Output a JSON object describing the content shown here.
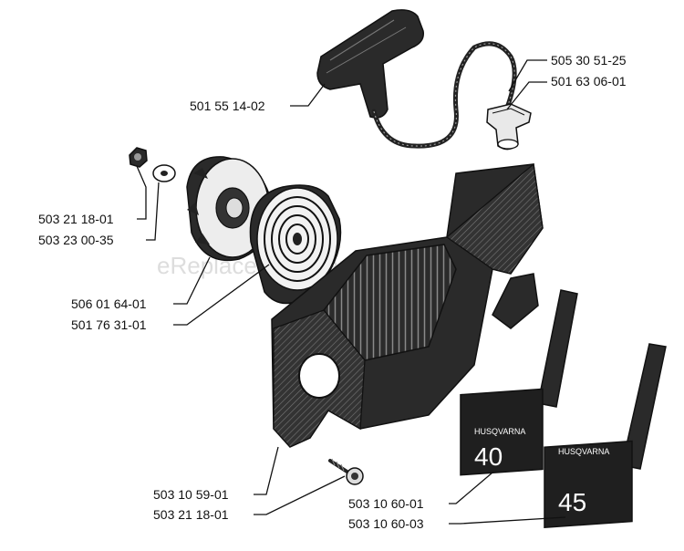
{
  "watermark": "eReplacementParts.com",
  "part_numbers": {
    "starter_handle": "501 55 14-02",
    "starter_rope": "505 30 51-25",
    "rope_guide": "501 63 06-01",
    "nut": "503 21 18-01",
    "washer": "503 23 00-35",
    "pulley": "506 01 64-01",
    "recoil_spring": "501 76 31-01",
    "screw": "503 10 59-01",
    "screw_nut": "503 21 18-01",
    "decal_40": "503 10 60-01",
    "decal_45": "503 10 60-03"
  },
  "decals": {
    "model_40": "40",
    "model_45": "45",
    "brand_40": "HUSQVARNA",
    "brand_45": "HUSQVARNA"
  },
  "colors": {
    "ink": "#111111",
    "fill_dark": "#2a2a2a"
  }
}
